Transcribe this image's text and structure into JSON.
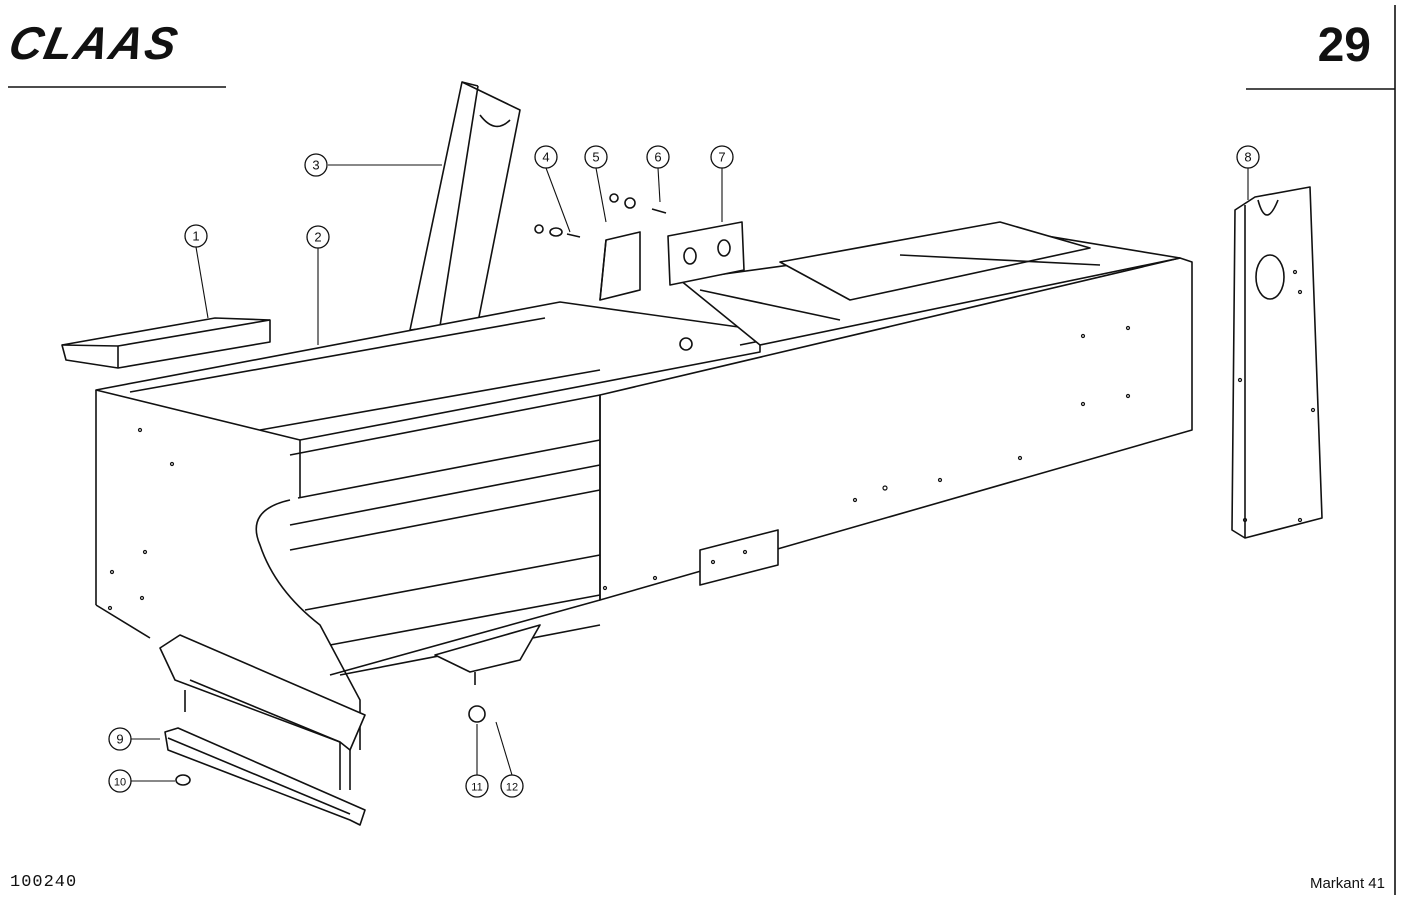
{
  "header": {
    "brand": "CLAAS",
    "page_number": "29"
  },
  "footer": {
    "drawing_number": "100240",
    "model": "Markant 41"
  },
  "callouts": [
    "1",
    "2",
    "3",
    "4",
    "5",
    "6",
    "7",
    "8",
    "9",
    "10",
    "11",
    "12"
  ]
}
